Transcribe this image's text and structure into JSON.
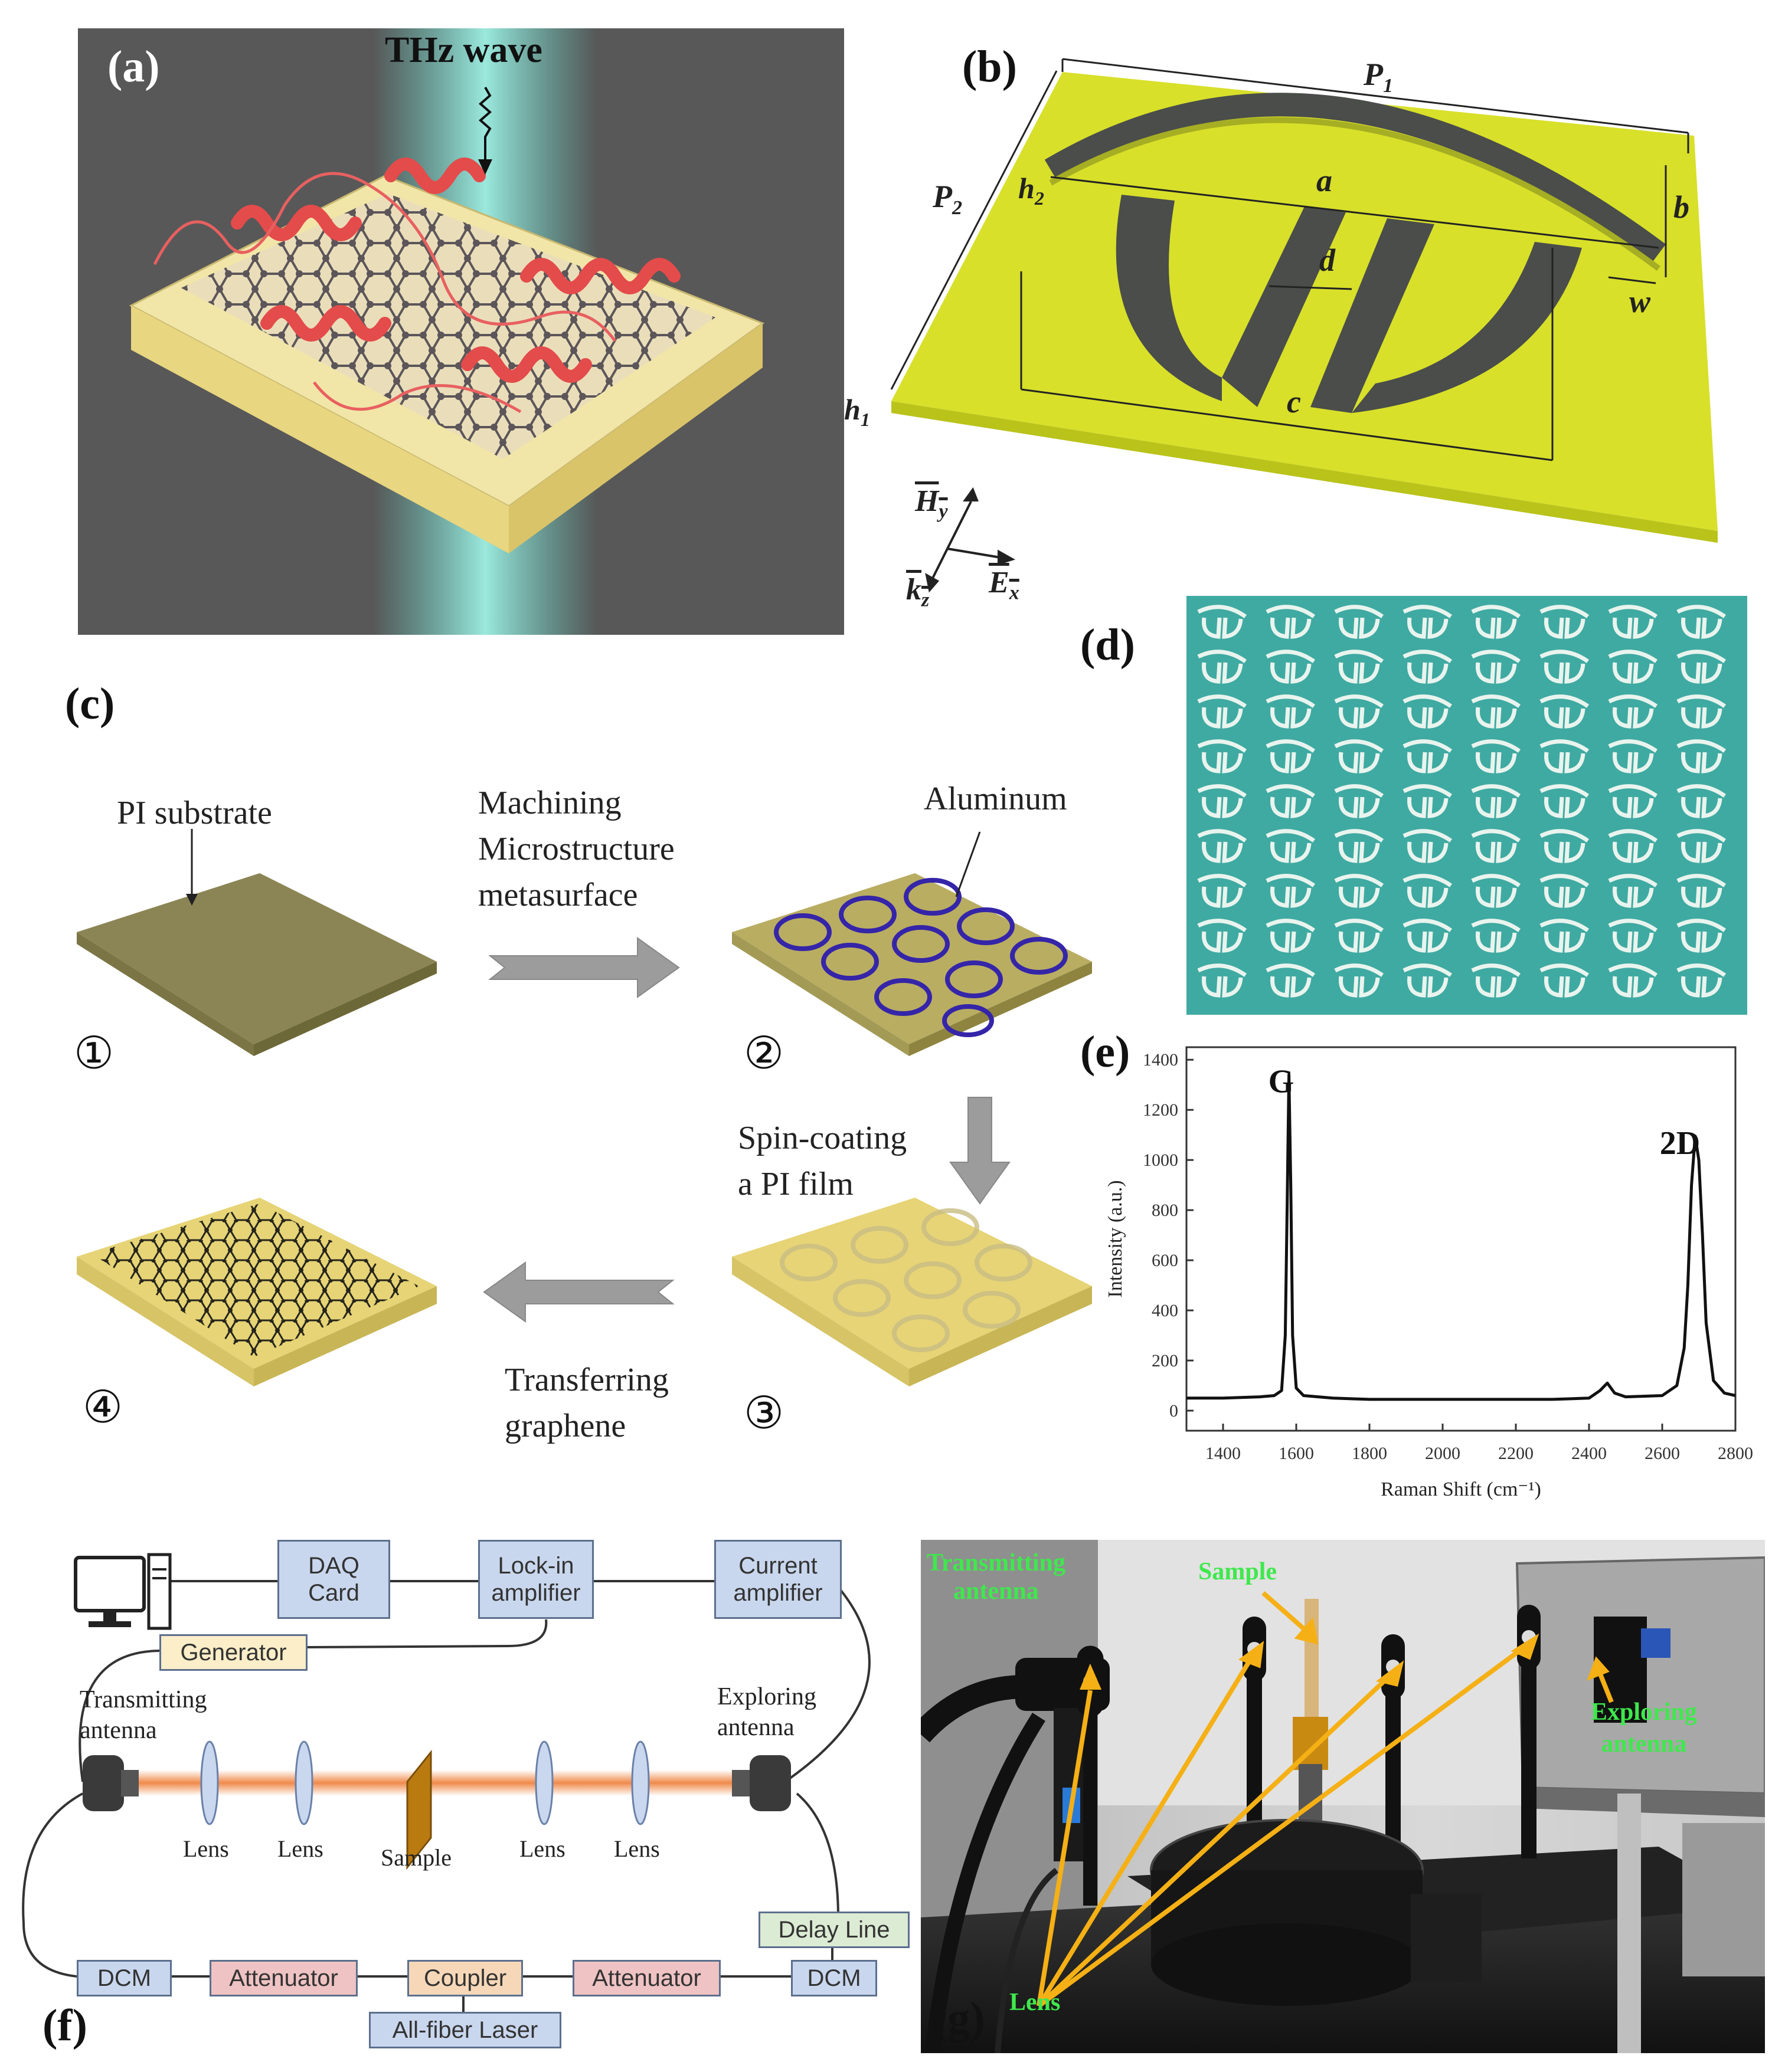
{
  "panels": {
    "a": "(a)",
    "b": "(b)",
    "c": "(c)",
    "d": "(d)",
    "e": "(e)",
    "f": "(f)",
    "g": "(g)"
  },
  "panel_a": {
    "thz_label": "THz wave"
  },
  "panel_b": {
    "dims": {
      "P1": "P",
      "P1_sub": "1",
      "P2": "P",
      "P2_sub": "2",
      "h1": "h",
      "h1_sub": "1",
      "h2": "h",
      "h2_sub": "2",
      "a": "a",
      "b": "b",
      "c": "c",
      "d": "d",
      "w": "w"
    },
    "axes": {
      "Hy": "H",
      "Hy_sub": "y",
      "kz": "k",
      "kz_sub": "z",
      "Ex": "E",
      "Ex_sub": "x"
    }
  },
  "panel_c": {
    "pi_substrate": "PI substrate",
    "aluminum": "Aluminum",
    "step1_arrow": [
      "Machining",
      "Microstructure",
      "metasurface"
    ],
    "step2_arrow": [
      "Spin-coating",
      "a PI film"
    ],
    "step3_arrow": [
      "Transferring",
      "graphene"
    ],
    "step_numbers": [
      "①",
      "②",
      "③",
      "④"
    ]
  },
  "chart_data": {
    "type": "line",
    "title": "",
    "xlabel": "Raman Shift (cm⁻¹)",
    "ylabel": "Intensity (a.u.)",
    "xlim": [
      1300,
      2800
    ],
    "ylim": [
      -80,
      1450
    ],
    "x_ticks": [
      1400,
      1600,
      1800,
      2000,
      2200,
      2400,
      2600,
      2800
    ],
    "y_ticks": [
      0,
      200,
      400,
      600,
      800,
      1000,
      1200,
      1400
    ],
    "grid": false,
    "annotations": [
      {
        "text": "G",
        "x": 1580,
        "y": 1340
      },
      {
        "text": "2D",
        "x": 2690,
        "y": 1095
      }
    ],
    "series": [
      {
        "x": [
          1300,
          1400,
          1500,
          1540,
          1560,
          1570,
          1575,
          1580,
          1585,
          1590,
          1600,
          1620,
          1700,
          1800,
          1900,
          2000,
          2100,
          2200,
          2300,
          2400,
          2430,
          2450,
          2470,
          2500,
          2600,
          2640,
          2660,
          2670,
          2680,
          2690,
          2700,
          2710,
          2720,
          2740,
          2770,
          2800
        ],
        "y": [
          50,
          50,
          55,
          60,
          80,
          300,
          800,
          1340,
          900,
          300,
          90,
          60,
          50,
          45,
          45,
          45,
          45,
          45,
          45,
          50,
          80,
          110,
          70,
          55,
          60,
          100,
          250,
          500,
          900,
          1095,
          1000,
          700,
          350,
          120,
          70,
          60
        ]
      }
    ]
  },
  "panel_f": {
    "dac": [
      "DAQ",
      "Card"
    ],
    "lockin": [
      "Lock-in",
      "amplifier"
    ],
    "current": [
      "Current",
      "amplifier"
    ],
    "generator": "Generator",
    "transmitting": [
      "Transmitting",
      "antenna"
    ],
    "exploring": [
      "Exploring",
      "antenna"
    ],
    "lens_labels": [
      "Lens",
      "Lens",
      "Lens",
      "Lens"
    ],
    "sample": "Sample",
    "delay_line": "Delay Line",
    "dcm_left": "DCM",
    "att_left": "Attenuator",
    "coupler": "Coupler",
    "att_right": "Attenuator",
    "dcm_right": "DCM",
    "laser": "All-fiber Laser",
    "colors": {
      "blue_box": "#c9d7ee",
      "red_box": "#efc3c3",
      "orange_box": "#f6d8b8",
      "green_box": "#dcebd3",
      "yellow_box": "#fbeec8",
      "beam": "#f08a4b"
    }
  },
  "panel_g": {
    "transmitting": [
      "Transmitting",
      "antenna"
    ],
    "sample": "Sample",
    "exploring": [
      "Exploring",
      "antenna"
    ],
    "lens": "Lens",
    "label_color": "#3fe84d",
    "arrow_color": "#f5b015"
  }
}
